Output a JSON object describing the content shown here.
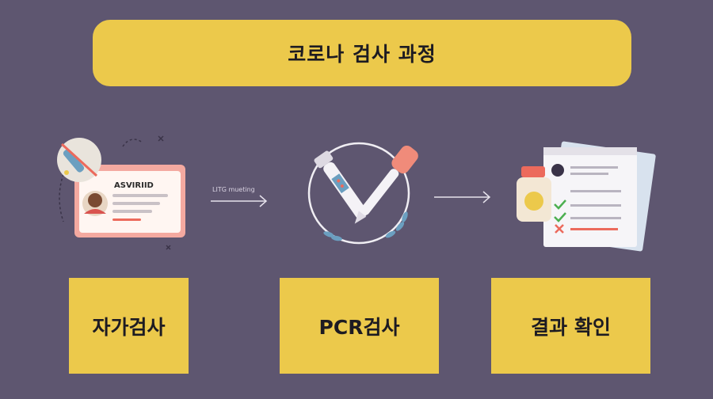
{
  "title": "코로나 검사 과정",
  "steps": [
    {
      "label": "자가검사"
    },
    {
      "label": "PCR검사"
    },
    {
      "label": "결과 확인"
    }
  ],
  "illustration": {
    "id_card_name": "ASVIRIID",
    "arrow1_caption": "LITG mueting"
  },
  "colors": {
    "background": "#5e5670",
    "accent_yellow": "#ecc94b",
    "card_pink": "#f4a9a0",
    "red": "#ec6a5c",
    "green": "#4caf50"
  }
}
